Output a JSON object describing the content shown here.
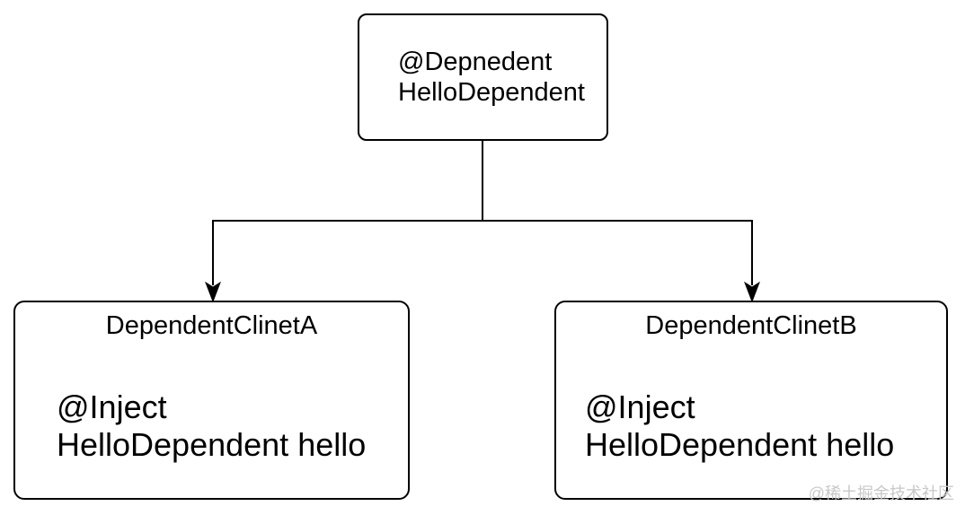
{
  "diagram": {
    "parent_box": {
      "annotation": "@Depnedent",
      "class_name": "HelloDependent"
    },
    "client_a": {
      "title": "DependentClinetA",
      "annotation": "@Inject",
      "injection": "HelloDependent hello"
    },
    "client_b": {
      "title": "DependentClinetB",
      "annotation": "@Inject",
      "injection": "HelloDependent hello"
    },
    "watermark": "@稀土掘金技术社区",
    "colors": {
      "line": "#000000",
      "text": "#000000",
      "background": "#ffffff",
      "watermark": "#c8c8c8"
    }
  }
}
